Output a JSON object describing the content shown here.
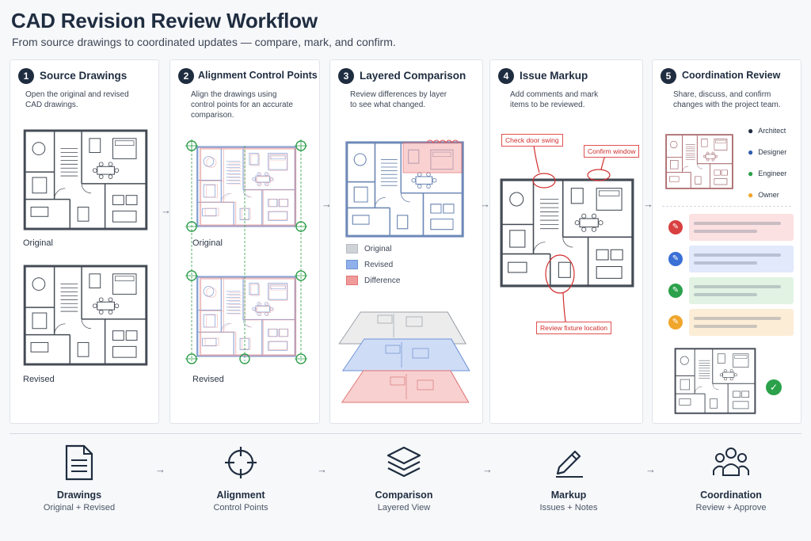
{
  "header": {
    "title": "CAD Revision Review Workflow",
    "subtitle": "From source drawings to coordinated updates — compare, mark, and confirm."
  },
  "steps": [
    {
      "num": "1",
      "title": "Source Drawings",
      "desc_l1": "Open the original and revised",
      "desc_l2": "CAD drawings.",
      "label_a": "Original",
      "label_b": "Revised"
    },
    {
      "num": "2",
      "title": "Alignment Control Points",
      "desc_l1": "Align the drawings using",
      "desc_l2": "control points for an accurate",
      "desc_l3": "comparison.",
      "label_a": "Original",
      "label_b": "Revised"
    },
    {
      "num": "3",
      "title": "Layered Comparison",
      "desc_l1": "Review differences by layer",
      "desc_l2": "to see what changed.",
      "legend": [
        {
          "label": "Original",
          "color": "#cfd3d8"
        },
        {
          "label": "Revised",
          "color": "#8fb0ea"
        },
        {
          "label": "Difference",
          "color": "#f19a9a"
        }
      ]
    },
    {
      "num": "4",
      "title": "Issue Markup",
      "desc_l1": "Add comments and mark",
      "desc_l2": "items to be reviewed.",
      "callouts": {
        "door": "Check door swing",
        "window": "Confirm window",
        "fixture": "Review fixture location"
      }
    },
    {
      "num": "5",
      "title": "Coordination Review",
      "desc_l1": "Share, discuss, and confirm",
      "desc_l2": "changes with the project team.",
      "people": [
        "Architect",
        "Designer",
        "Engineer",
        "Owner"
      ]
    }
  ],
  "colors": {
    "accent_dark": "#1f2d40",
    "original": "#cfd3d8",
    "revised": "#8fb0ea",
    "difference": "#f19a9a",
    "markup_red": "#d12f2f",
    "control_green": "#2e9e4a",
    "approve_green": "#2aa14a"
  },
  "bottom": [
    {
      "title": "Drawings",
      "sub": "Original + Revised",
      "icon": "document-icon"
    },
    {
      "title": "Alignment",
      "sub": "Control Points",
      "icon": "crosshair-icon"
    },
    {
      "title": "Comparison",
      "sub": "Layered View",
      "icon": "layers-icon"
    },
    {
      "title": "Markup",
      "sub": "Issues + Notes",
      "icon": "pencil-icon"
    },
    {
      "title": "Coordination",
      "sub": "Review + Approve",
      "icon": "team-icon"
    }
  ]
}
